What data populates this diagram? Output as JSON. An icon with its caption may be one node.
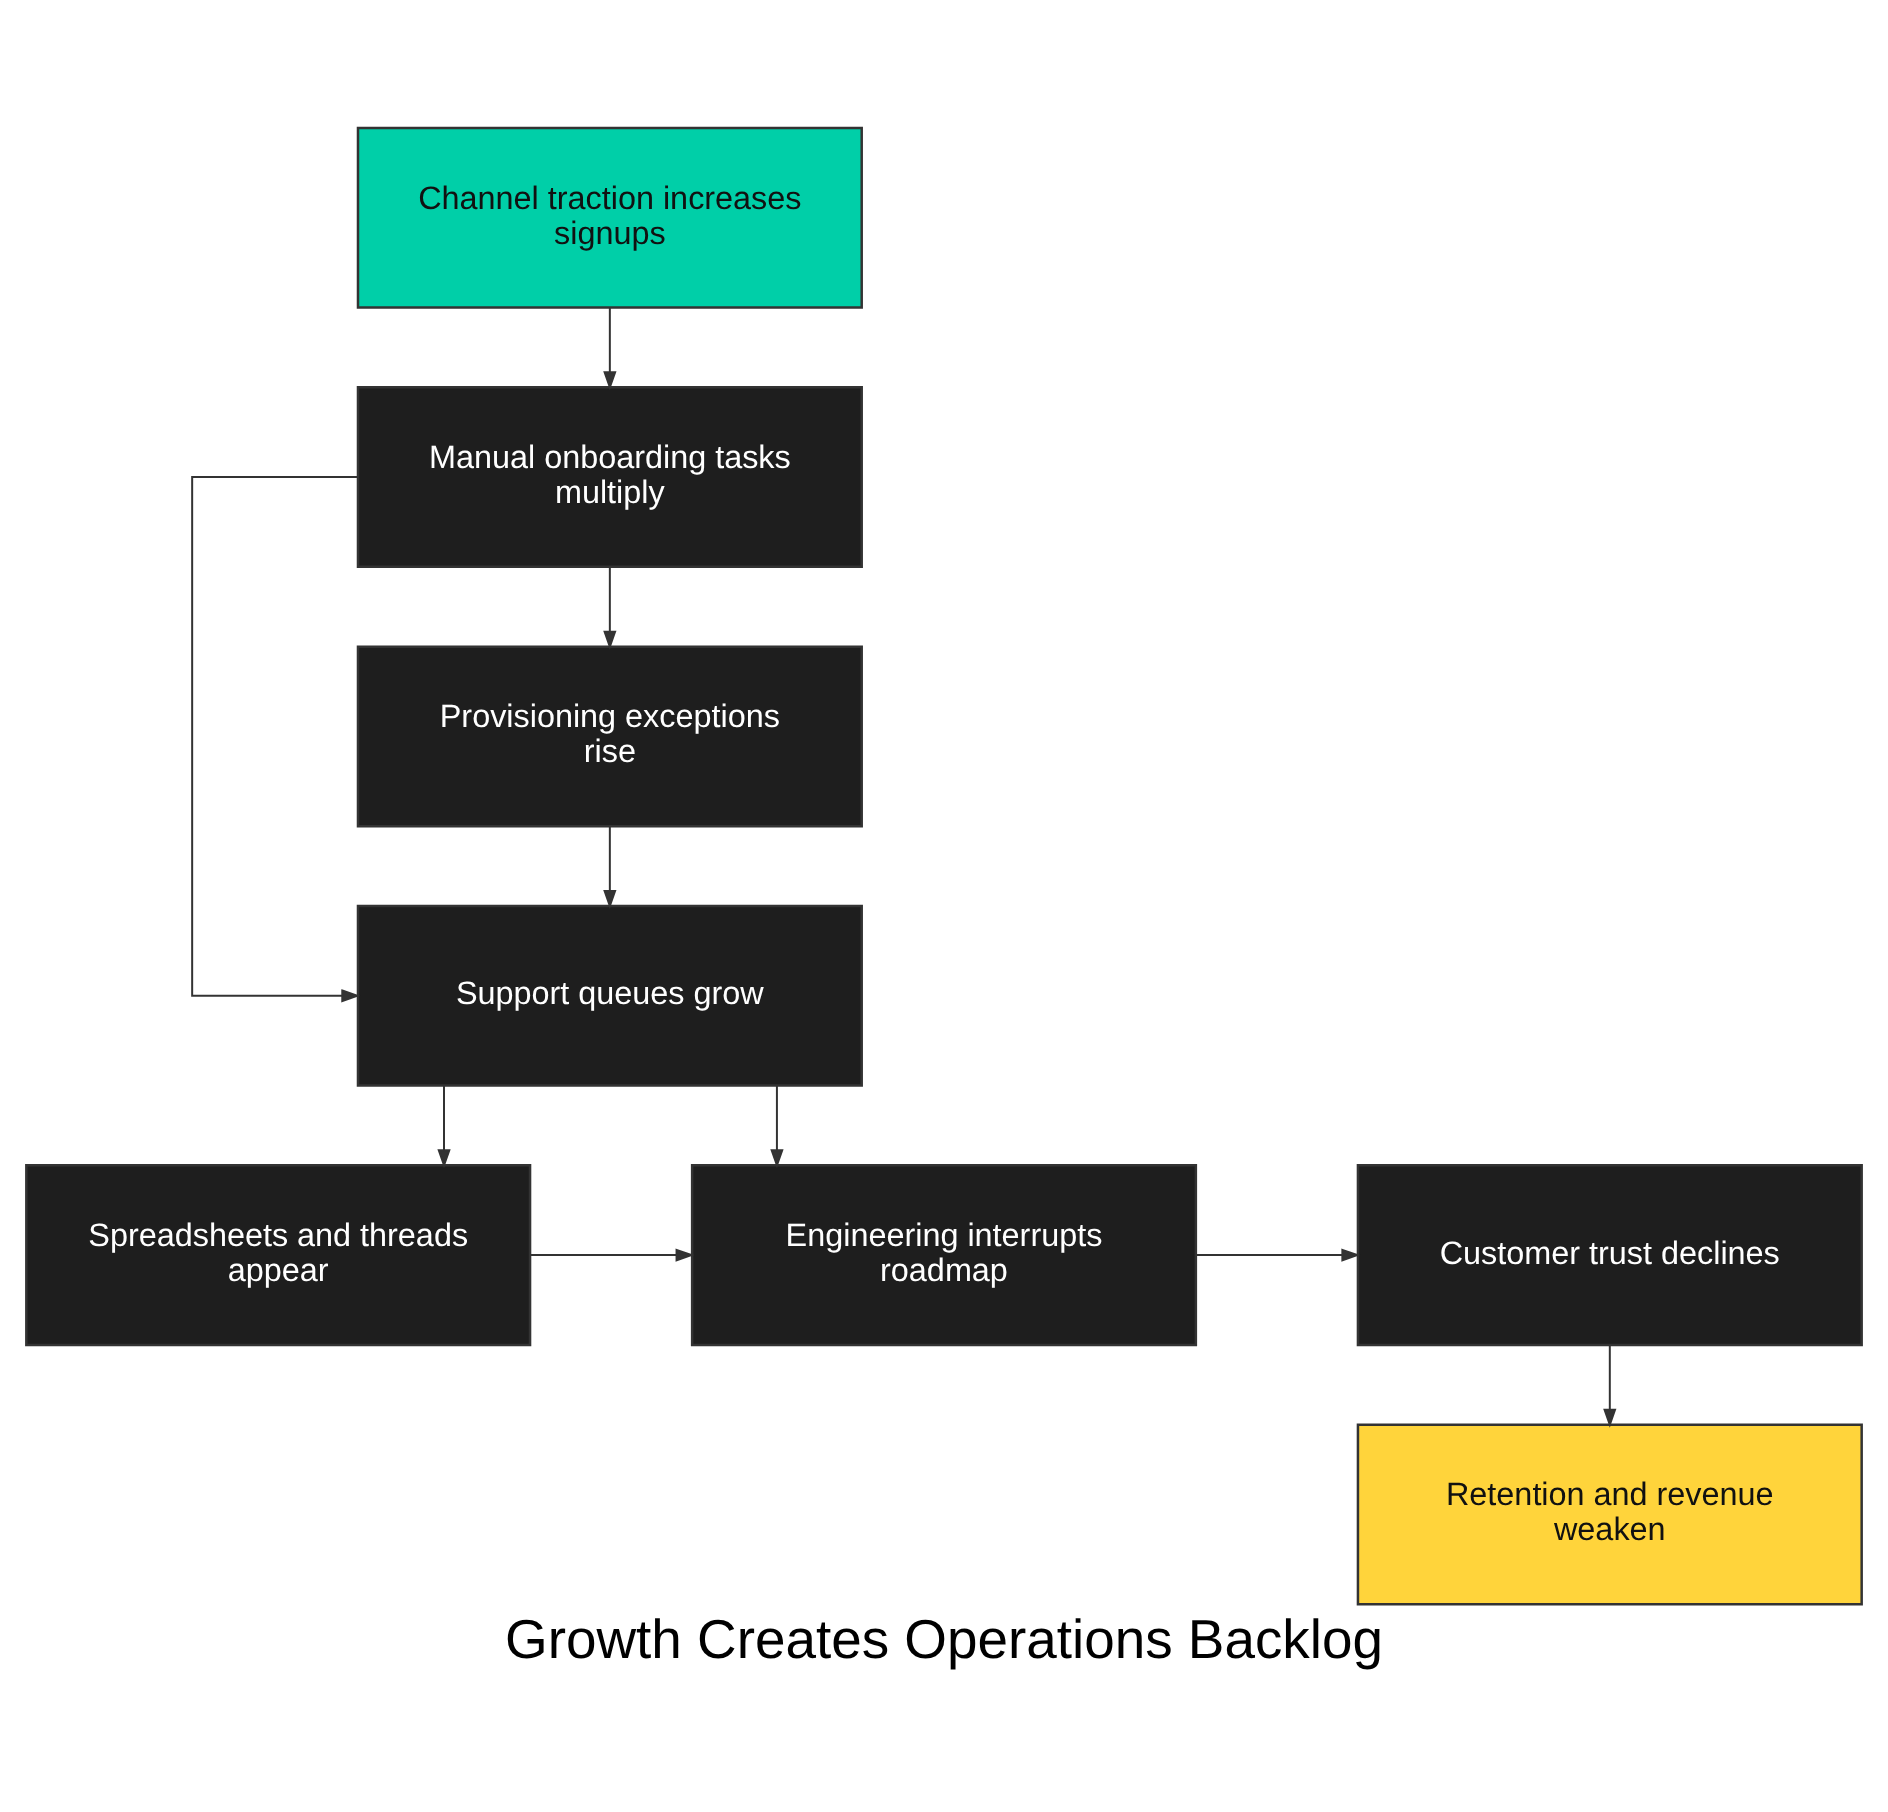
{
  "diagram": {
    "title": "Growth Creates Operations Backlog",
    "nodes": [
      {
        "text": [
          "Channel traction increases signups"
        ]
      },
      {
        "text": [
          "Manual onboarding tasks multiply"
        ]
      },
      {
        "text": [
          "Provisioning exceptions rise"
        ]
      },
      {
        "text": [
          "Support queues grow"
        ]
      },
      {
        "text": [
          "Spreadsheets and threads appear"
        ]
      },
      {
        "text": [
          "Engineering interrupts roadmap"
        ]
      },
      {
        "text": [
          "Customer trust declines"
        ]
      },
      {
        "text": [
          "Retention and revenue weaken"
        ]
      }
    ],
    "edges": [
      {
        "from": 0,
        "to": 1,
        "arrow": "to"
      },
      {
        "from": 1,
        "to": 2,
        "arrow": "to"
      },
      {
        "from": 1,
        "to": 3,
        "arrow": "to"
      },
      {
        "from": 2,
        "to": 3,
        "arrow": "to"
      },
      {
        "from": 3,
        "to": 4,
        "arrow": "to"
      },
      {
        "from": 3,
        "to": 5,
        "arrow": "to"
      },
      {
        "from": 4,
        "to": 5,
        "arrow": "to"
      },
      {
        "from": 5,
        "to": 6,
        "arrow": "to"
      },
      {
        "from": 6,
        "to": 7,
        "arrow": "to"
      }
    ]
  }
}
